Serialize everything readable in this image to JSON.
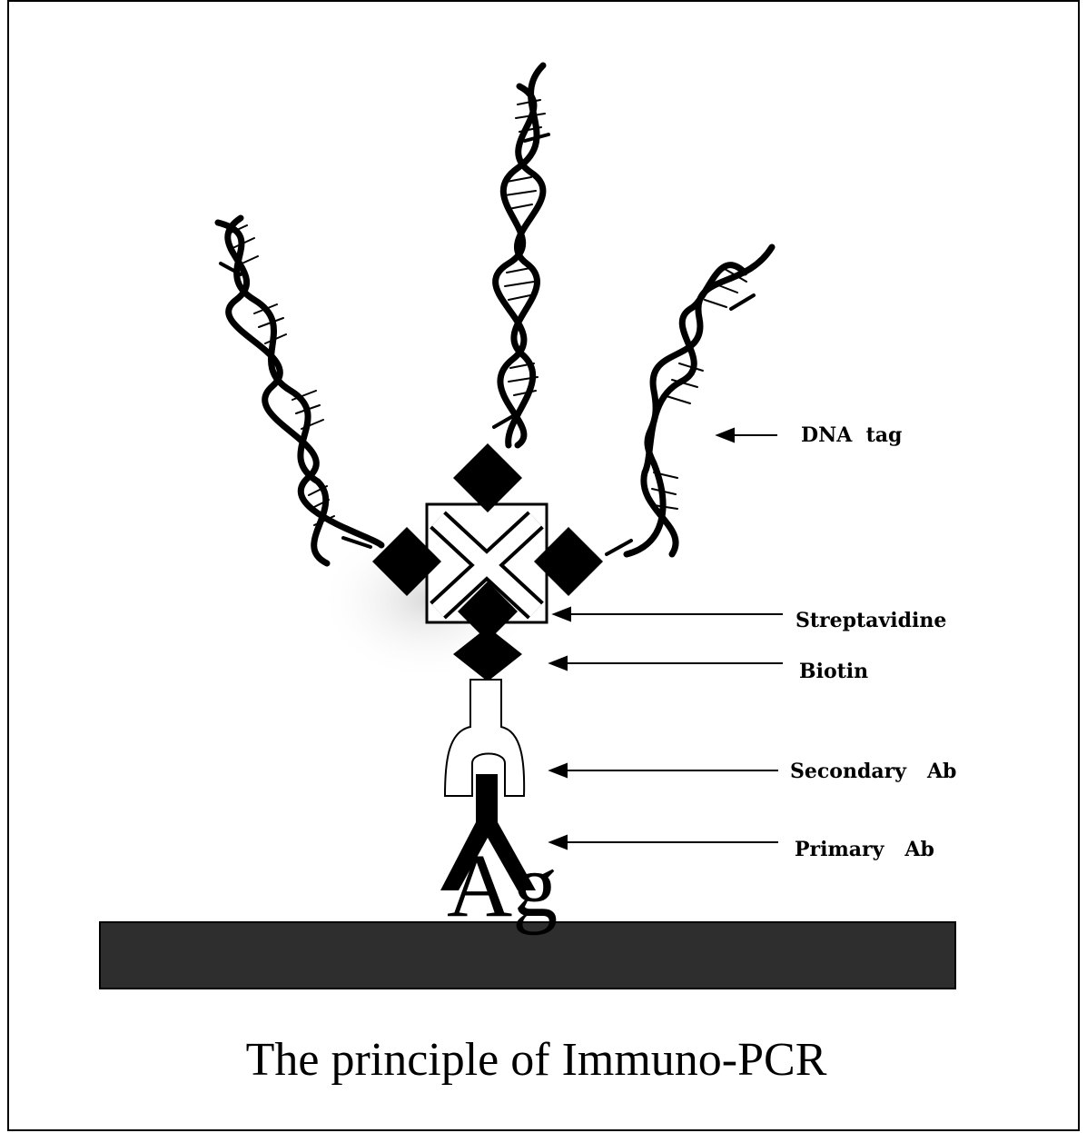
{
  "labels": {
    "dna_tag": "DNA  tag",
    "streptavidine": "Streptavidine",
    "biotin": "Biotin",
    "secondary_ab": "Secondary   Ab",
    "primary_ab": "Primary   Ab",
    "antigen": "Ag"
  },
  "caption": "The principle of Immuno-PCR",
  "colors": {
    "ink": "#000000",
    "surface": "#2e2e2e",
    "paper": "#ffffff"
  }
}
